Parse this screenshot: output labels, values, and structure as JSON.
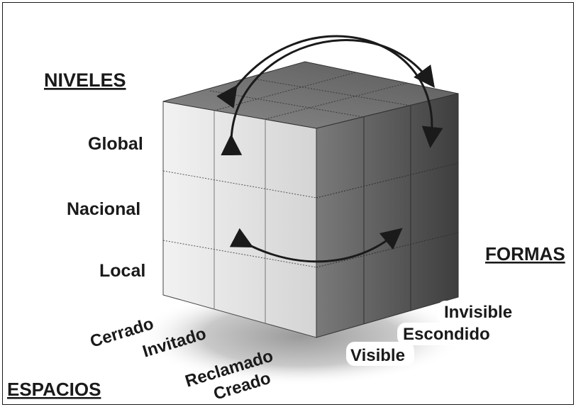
{
  "diagram": {
    "headings": {
      "levels": "NIVELES",
      "forms": "FORMAS",
      "spaces": "ESPACIOS"
    },
    "levels": [
      "Global",
      "Nacional",
      "Local"
    ],
    "spaces": [
      "Cerrado",
      "Invitado",
      "Reclamado",
      "Creado"
    ],
    "forms": [
      "Invisible",
      "Escondido",
      "Visible"
    ],
    "colors": {
      "front_face": "#e8e8e8",
      "top_face": "#6e6e6e",
      "right_face": "#555555",
      "text": "#1a1a1a"
    }
  }
}
